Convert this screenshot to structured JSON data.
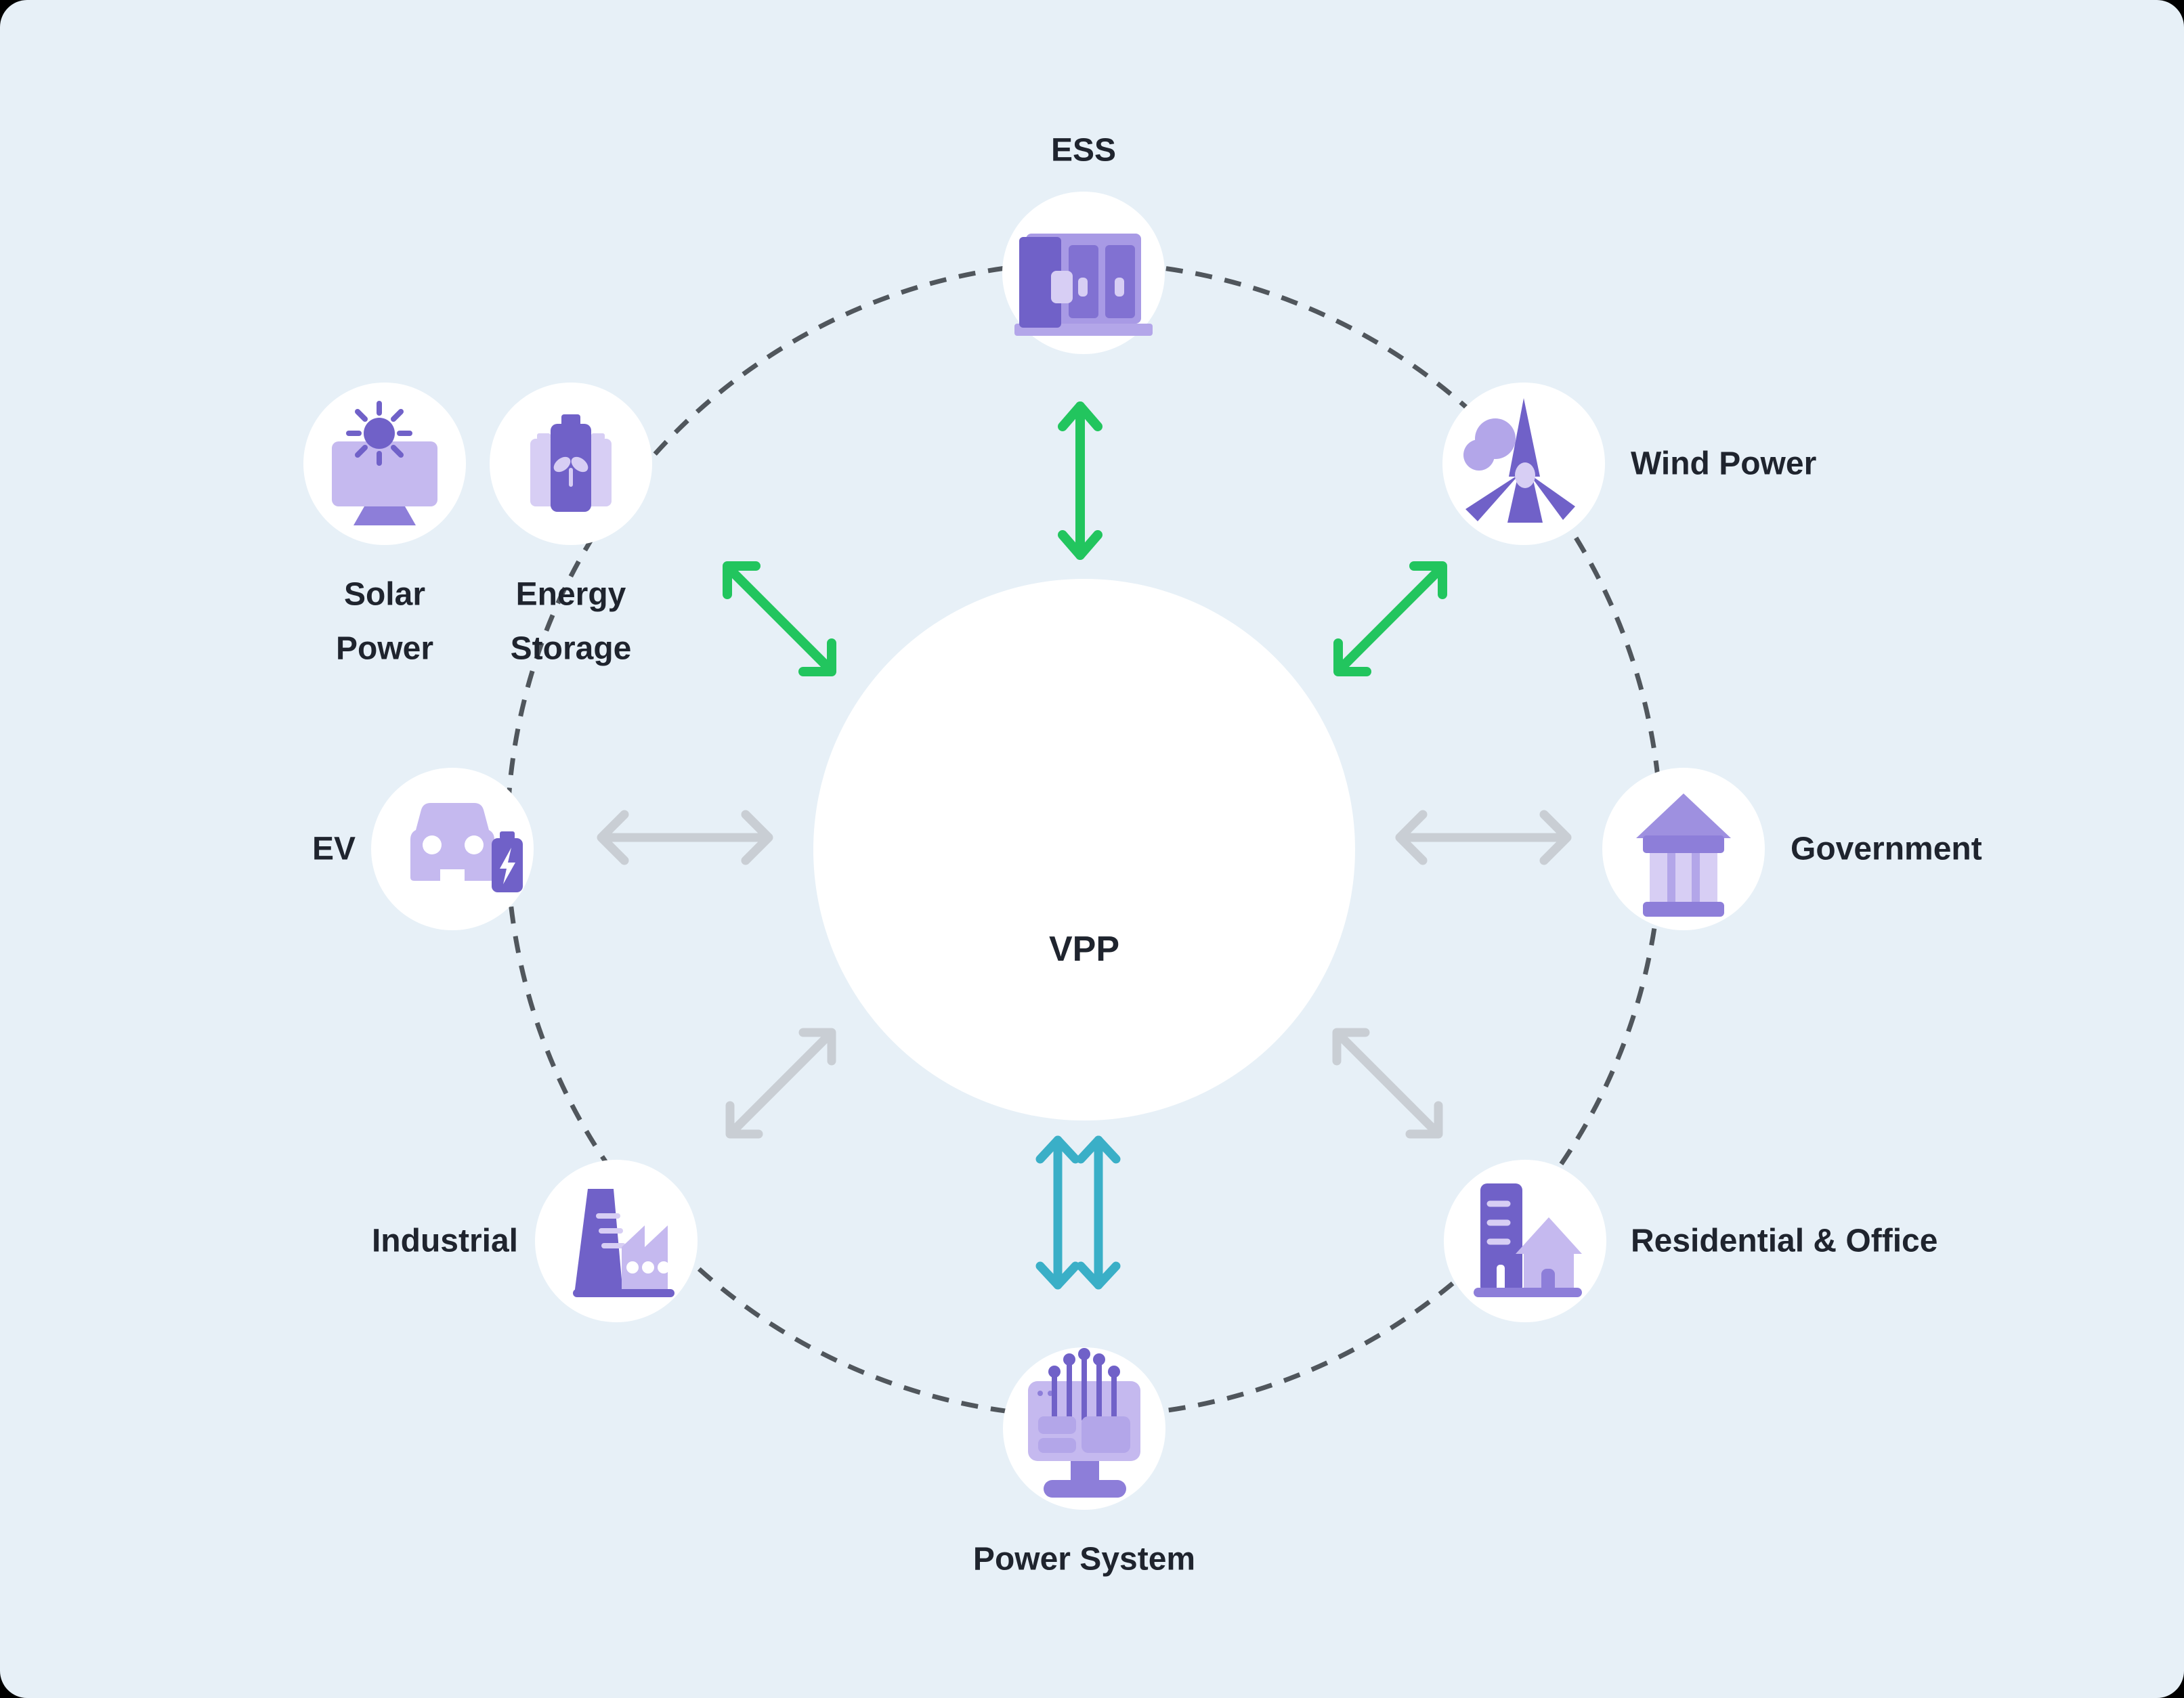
{
  "colors": {
    "bg": "#e7f0f7",
    "page-behind": "#000000",
    "node-fill": "#ffffff",
    "text": "#1f242e",
    "green": "#22c55e",
    "teal": "#3aafc7",
    "gray": "#c9ced4",
    "dash": "#50565c",
    "p-dark": "#7061c8",
    "p-mid": "#8d7ed9",
    "p-midlight": "#b3a6e9",
    "p-light": "#c5b9ef",
    "p-pale": "#d7cef4",
    "ess-body": "#a89ae5",
    "ess-door": "#8171d2",
    "roof": "#9e90e0"
  },
  "diagram": {
    "center": {
      "label": "VPP"
    },
    "nodes": {
      "ess": {
        "label": "ESS",
        "icon": "battery-cabinet-icon"
      },
      "wind_power": {
        "label": "Wind Power",
        "icon": "wind-turbine-icon"
      },
      "government": {
        "label": "Government",
        "icon": "government-building-icon"
      },
      "residential_office": {
        "label": "Residential & Office",
        "icon": "city-buildings-icon"
      },
      "power_system": {
        "label": "Power System",
        "icon": "computer-circuit-icon"
      },
      "industrial": {
        "label": "Industrial",
        "icon": "factory-icon"
      },
      "ev": {
        "label": "EV",
        "icon": "ev-charging-icon"
      },
      "solar_power": {
        "lines": [
          "Solar",
          "Power"
        ],
        "icon": "solar-panel-icon"
      },
      "energy_storage": {
        "lines": [
          "Energy",
          "Storage"
        ],
        "icon": "battery-leaf-icon"
      }
    },
    "connections": [
      {
        "from": "vpp",
        "to": "ess",
        "color": "green",
        "style": "double-arrow"
      },
      {
        "from": "vpp",
        "to": "solar_power,energy_storage",
        "color": "green",
        "style": "double-arrow"
      },
      {
        "from": "vpp",
        "to": "wind_power",
        "color": "green",
        "style": "double-arrow"
      },
      {
        "from": "vpp",
        "to": "ev",
        "color": "gray",
        "style": "double-arrow"
      },
      {
        "from": "vpp",
        "to": "government",
        "color": "gray",
        "style": "double-arrow"
      },
      {
        "from": "vpp",
        "to": "industrial",
        "color": "gray",
        "style": "double-arrow"
      },
      {
        "from": "vpp",
        "to": "residential_office",
        "color": "gray",
        "style": "double-arrow"
      },
      {
        "from": "vpp",
        "to": "power_system",
        "color": "teal",
        "style": "double-arrow-pair"
      },
      {
        "shape": "dashed-ring",
        "connects": "outer-nodes",
        "color": "dash"
      }
    ]
  }
}
